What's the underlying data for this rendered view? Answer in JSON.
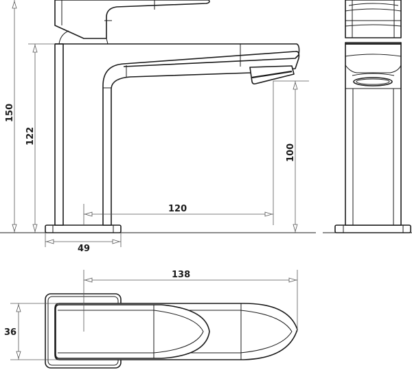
{
  "drawing": {
    "type": "technical-dimension-drawing",
    "subject": "basin mixer tap",
    "views": [
      "side-elevation",
      "front-elevation",
      "plan-view"
    ]
  },
  "dimensions": {
    "total_height": "150",
    "body_height": "122",
    "spout_clearance": "100",
    "spout_projection": "120",
    "base_width": "49",
    "overall_length": "138",
    "body_depth": "36"
  },
  "colors": {
    "line": "#1a1a1a",
    "dimension_line": "#555555",
    "background": "#ffffff"
  }
}
